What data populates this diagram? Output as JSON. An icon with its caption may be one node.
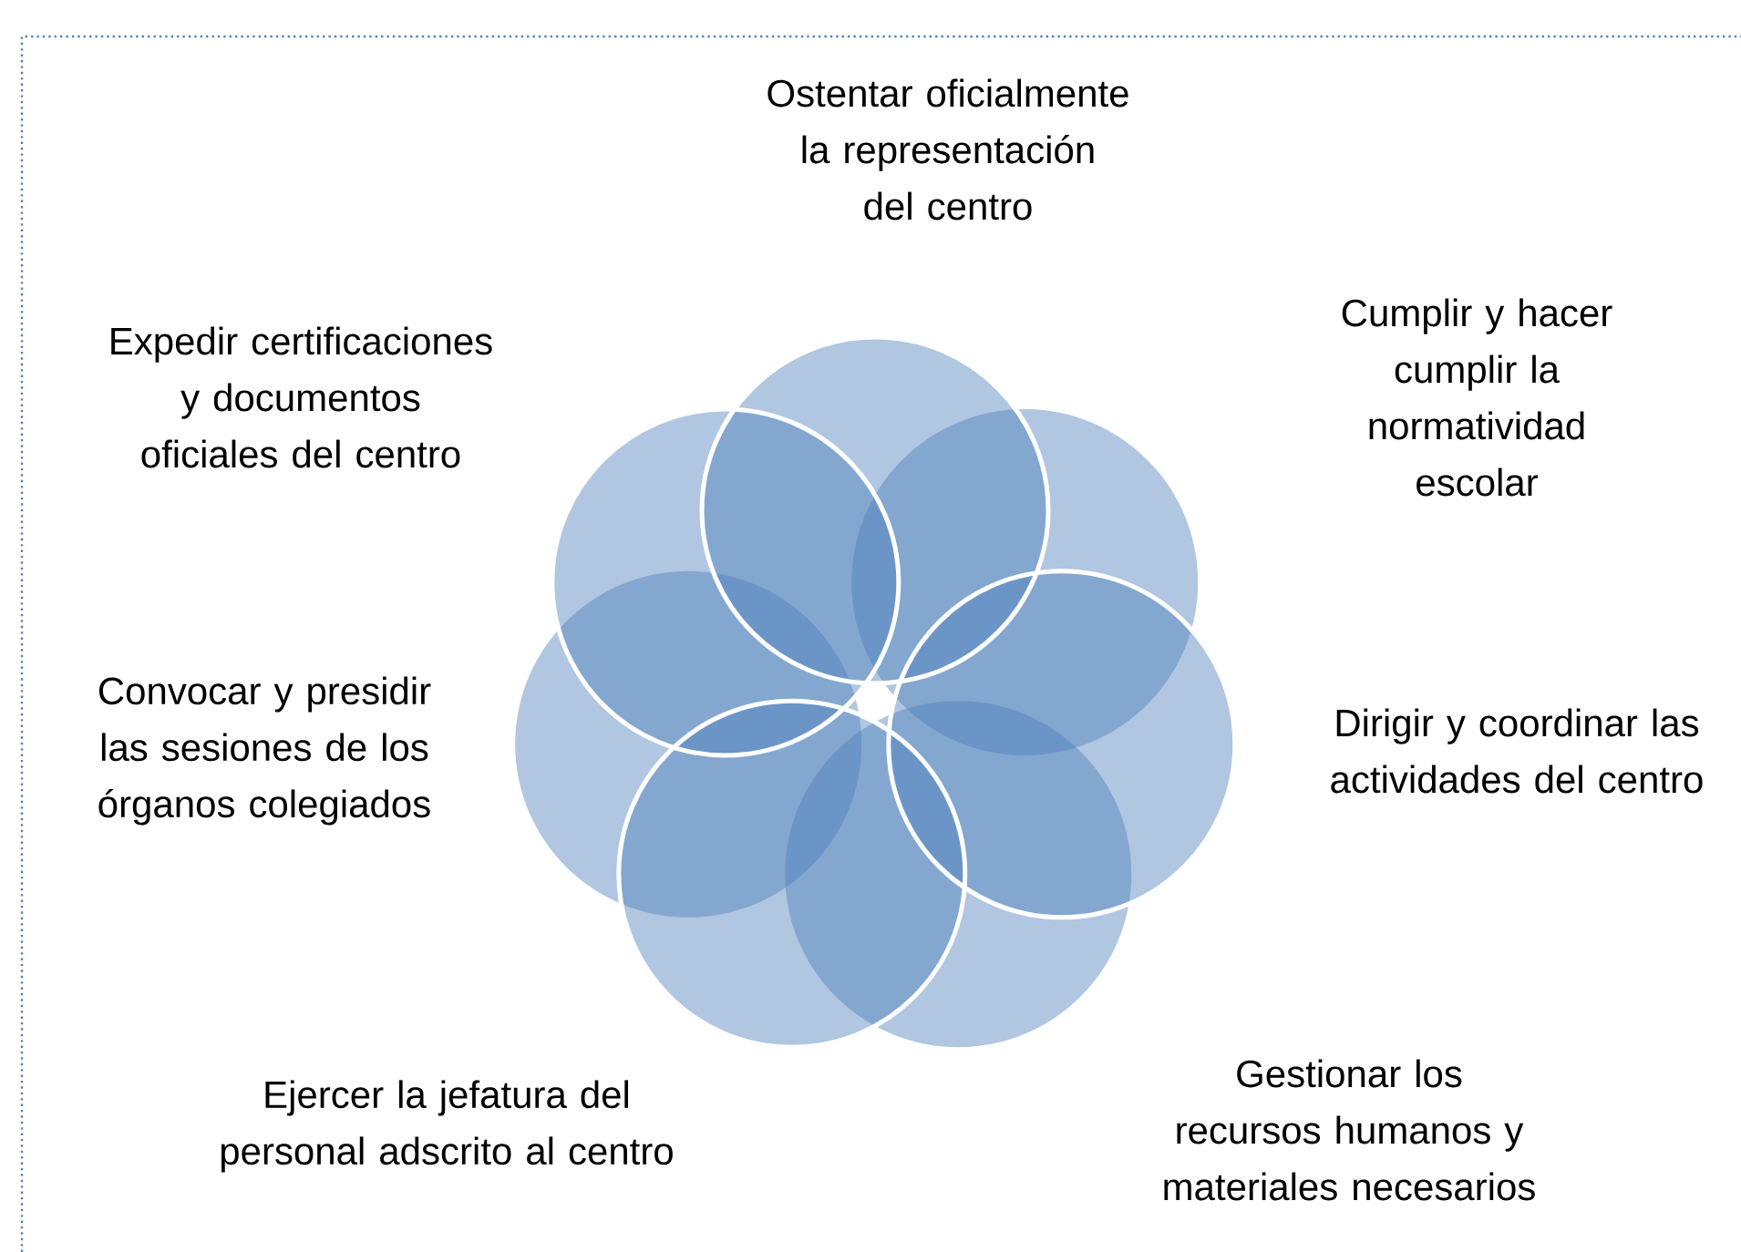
{
  "diagram": {
    "labels": [
      "Ostentar oficialmente la representación del centro",
      "Cumplir y hacer cumplir la normatividad escolar",
      "Expedir certificaciones y documentos oficiales del centro",
      "Convocar y presidir las sesiones de los órganos colegiados",
      "Dirigir y coordinar las actividades del centro",
      "Ejercer la jefatura del personal adscrito al centro",
      "Gestionar los recursos humanos y materiales necesarios"
    ]
  }
}
